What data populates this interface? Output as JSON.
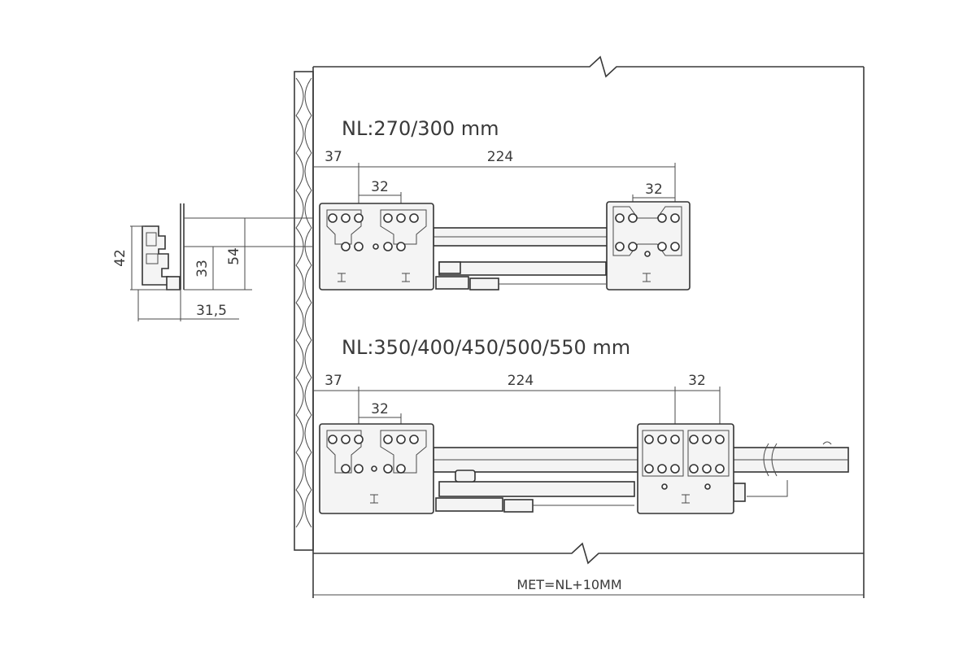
{
  "top_section": {
    "title": "NL:270/300 mm",
    "dim_left": "37",
    "dim_main": "224",
    "dim_pair_left": "32",
    "dim_pair_right": "32"
  },
  "bottom_section": {
    "title": "NL:350/400/450/500/550 mm",
    "dim_left": "37",
    "dim_main": "224",
    "dim_pair_left": "32",
    "dim_right": "32"
  },
  "side_profile": {
    "dim_height_total": "42",
    "dim_height_mid": "33",
    "dim_height_max": "54",
    "dim_width": "31,5"
  },
  "footer": {
    "met_label": "MET=NL+10MM"
  }
}
